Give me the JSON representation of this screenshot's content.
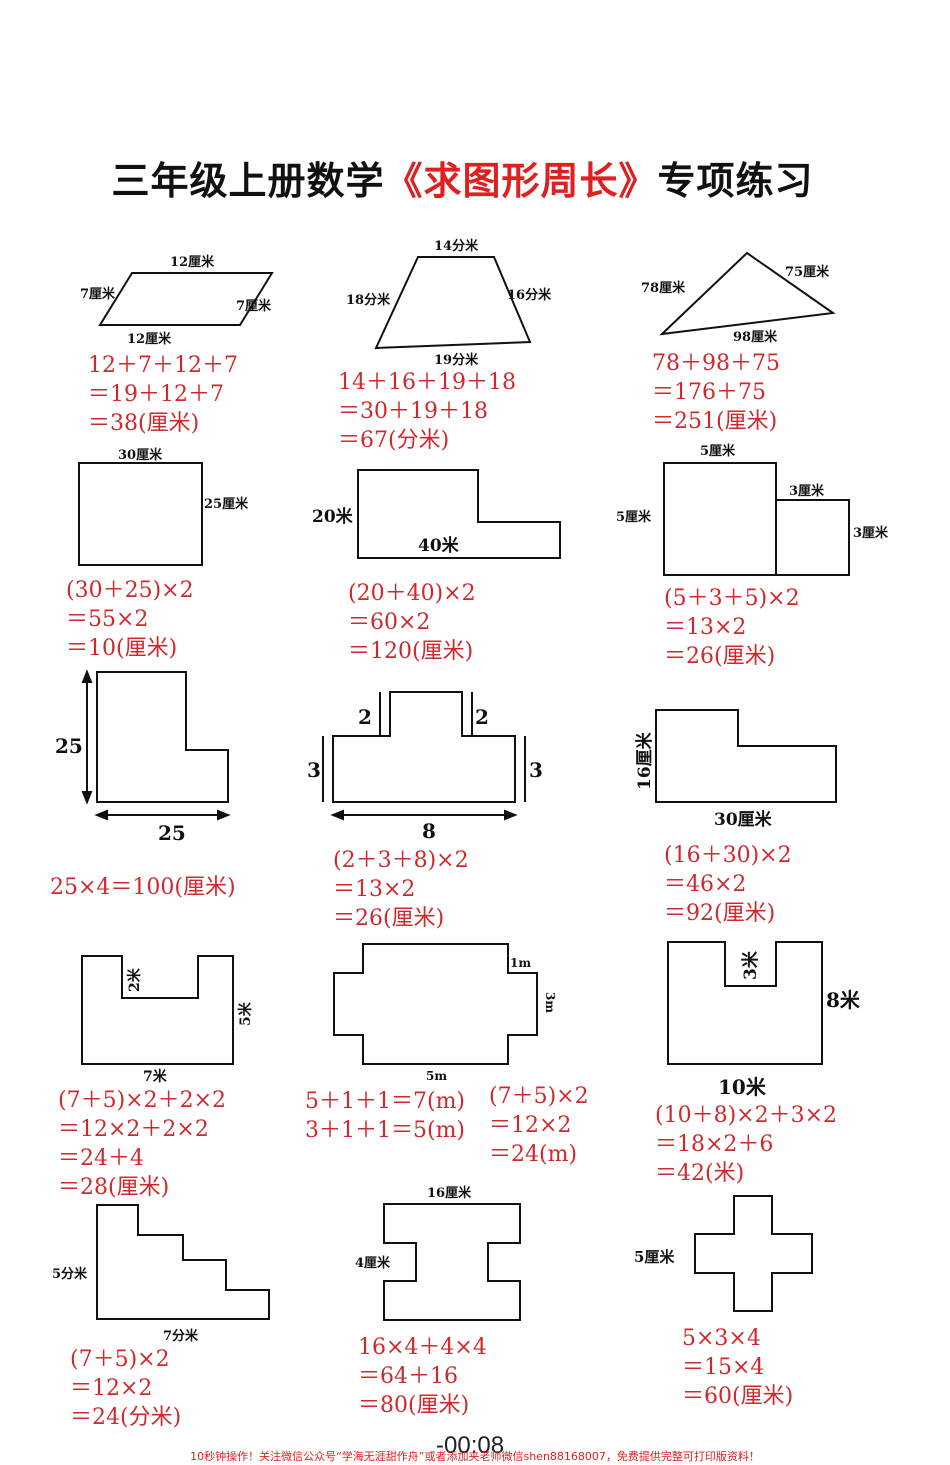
{
  "title": {
    "pre": "三年级上册数学",
    "highlight": "《求图形周长》",
    "post": "专项练习"
  },
  "labels": {
    "p1_top": "12厘米",
    "p1_left": "7厘米",
    "p1_right": "7厘米",
    "p1_bottom": "12厘米",
    "p2_top": "14分米",
    "p2_left": "18分米",
    "p2_right": "16分米",
    "p2_bottom": "19分米",
    "p3_left": "78厘米",
    "p3_right": "75厘米",
    "p3_bottom": "98厘米",
    "p4_top": "30厘米",
    "p4_right": "25厘米",
    "p5_left": "20米",
    "p5_bottom": "40米",
    "p6_top": "5厘米",
    "p6_left": "5厘米",
    "p6_mid": "3厘米",
    "p6_right": "3厘米",
    "p7_left": "25",
    "p7_bottom": "25",
    "p8_left": "2",
    "p8_right": "2",
    "p8_side_left": "3",
    "p8_side_right": "3",
    "p8_bottom": "8",
    "p9_left": "16厘米",
    "p9_bottom": "30厘米",
    "p10_notch": "2米",
    "p10_right": "5米",
    "p10_bottom": "7米",
    "p11_corner": "1m",
    "p11_right": "3m",
    "p11_bottom": "5m",
    "p12_notch": "3米",
    "p12_right": "8米",
    "p12_bottom": "10米",
    "p13_left": "5分米",
    "p13_bottom": "7分米",
    "p14_top": "16厘米",
    "p14_left": "4厘米",
    "p15_left": "5厘米"
  },
  "answers": {
    "a1": "12＋7＋12＋7\n＝19＋12＋7\n＝38(厘米)",
    "a2": "14＋16＋19＋18\n＝30＋19＋18\n＝67(分米)",
    "a3": "78＋98＋75\n＝176＋75\n＝251(厘米)",
    "a4": "(30＋25)×2\n＝55×2\n＝10(厘米)",
    "a5": "(20＋40)×2\n＝60×2\n＝120(厘米)",
    "a6": "(5＋3＋5)×2\n＝13×2\n＝26(厘米)",
    "a7": "25×4＝100(厘米)",
    "a8": "(2＋3＋8)×2\n＝13×2\n＝26(厘米)",
    "a9": "(16＋30)×2\n＝46×2\n＝92(厘米)",
    "a10": "(7＋5)×2＋2×2\n＝12×2＋2×2\n＝24＋4\n＝28(厘米)",
    "a11a": "5＋1＋1＝7(m)\n3＋1＋1＝5(m)",
    "a11b": "(7＋5)×2\n＝12×2\n＝24(m)",
    "a12": "(10＋8)×2＋3×2\n＝18×2＋6\n＝42(米)",
    "a13": "(7＋5)×2\n＝12×2\n＝24(分米)",
    "a14": "16×4＋4×4\n＝64＋16\n＝80(厘米)",
    "a15": "5×3×4\n＝15×4\n＝60(厘米)"
  },
  "timer": "-00:08",
  "footer": "10秒钟操作！关注微信公众号“学海无涯甜作舟”或者添加夹老师微信shen88168007，免费提供完整可打印版资料！"
}
